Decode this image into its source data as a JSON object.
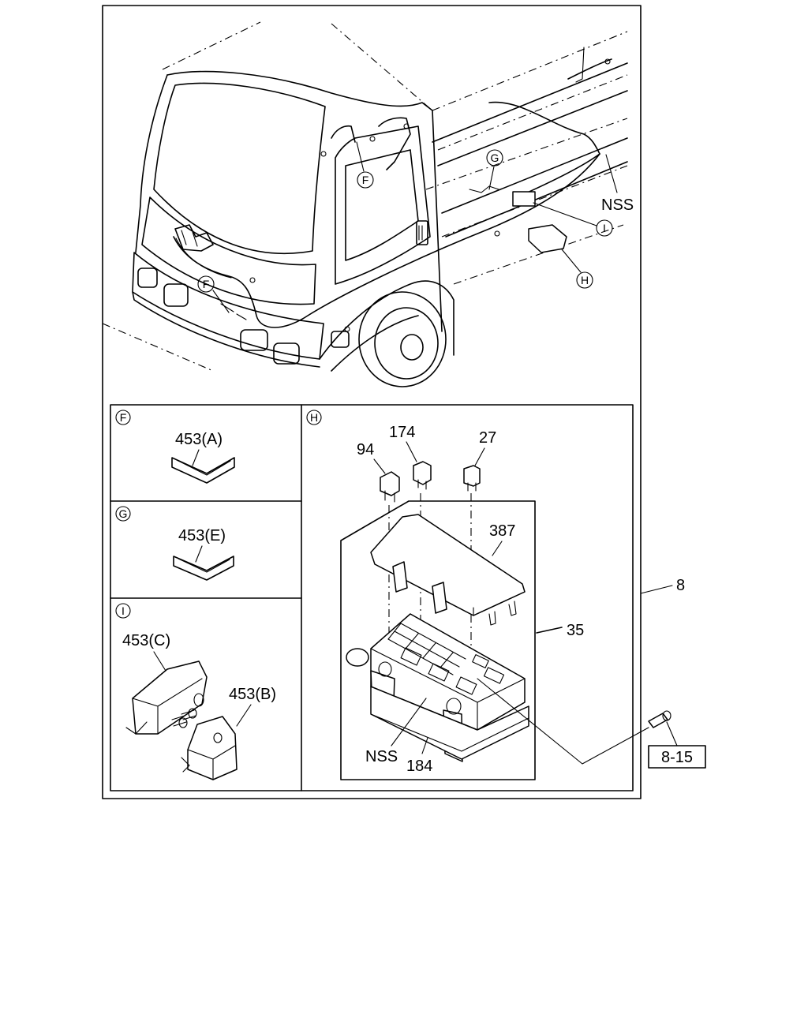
{
  "callouts": {
    "f_top": "F",
    "f_bottom": "F",
    "g": "G",
    "i": "I",
    "h": "H",
    "nss_top": "NSS"
  },
  "panels": {
    "f": {
      "letter": "F",
      "part": "453(A)"
    },
    "g": {
      "letter": "G",
      "part": "453(E)"
    },
    "i": {
      "letter": "I",
      "part_c": "453(C)",
      "part_b": "453(B)"
    },
    "h": {
      "letter": "H",
      "p94": "94",
      "p174": "174",
      "p27": "27",
      "p387": "387",
      "p35": "35",
      "nss": "NSS",
      "p184": "184"
    }
  },
  "labels": {
    "p8": "8",
    "ref": "8-15"
  }
}
